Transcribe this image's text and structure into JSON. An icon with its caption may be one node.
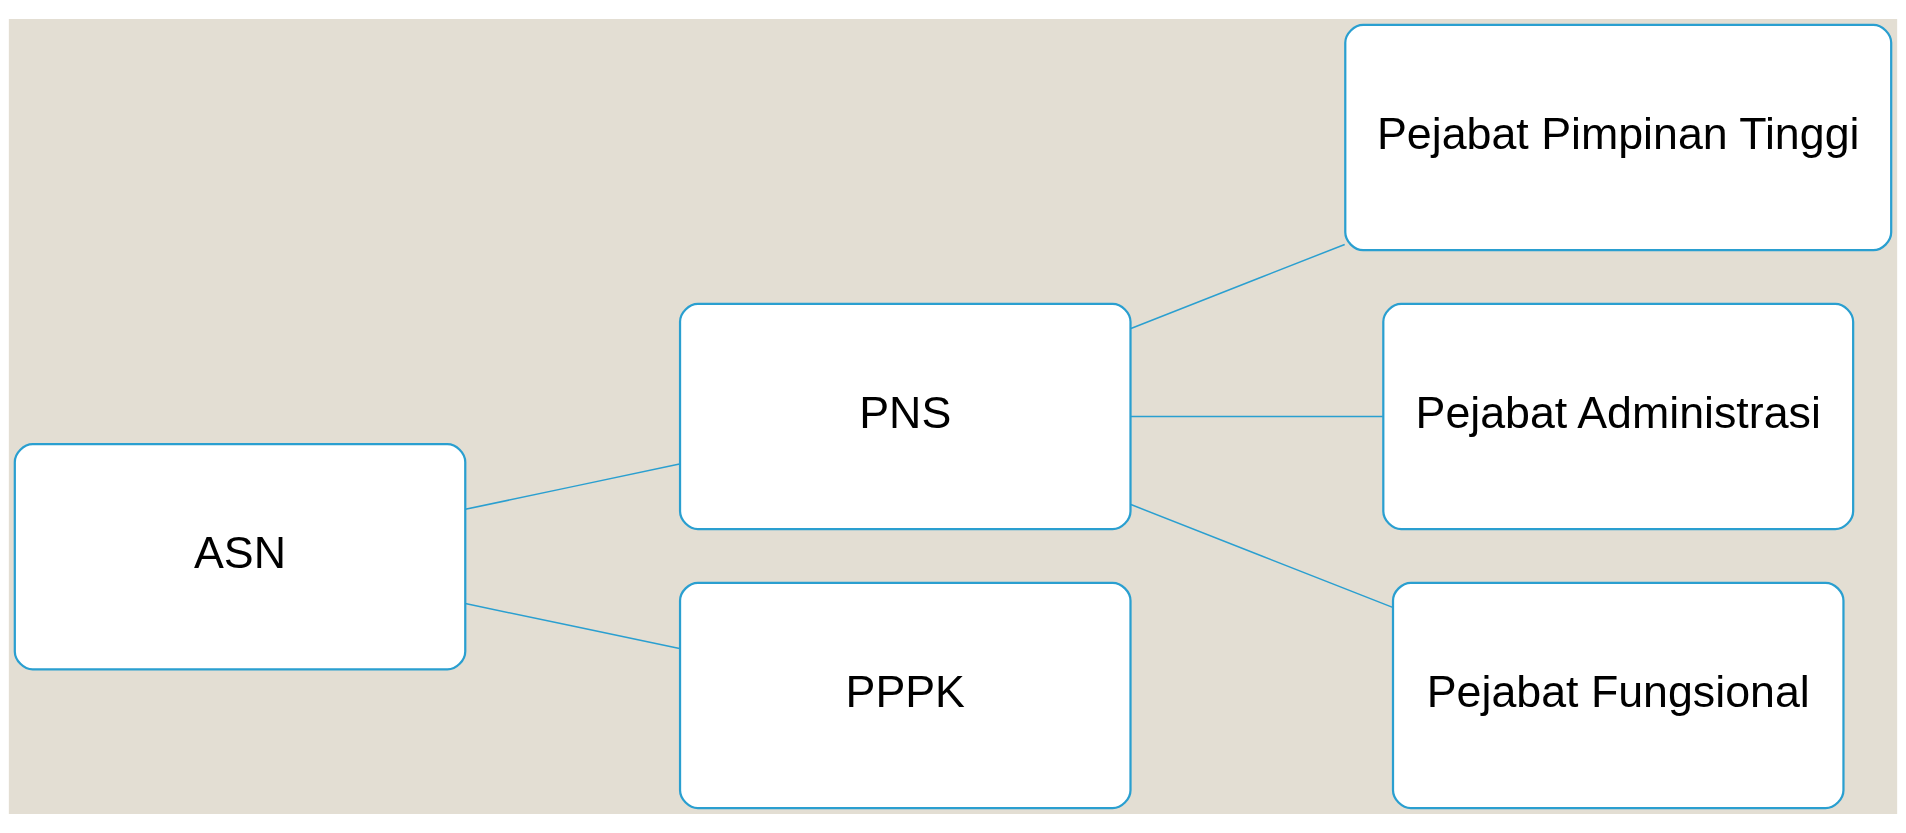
{
  "diagram": {
    "nodes": [
      {
        "text": [
          "ASN"
        ]
      },
      {
        "text": [
          "PNS"
        ]
      },
      {
        "text": [
          "PPPK"
        ]
      },
      {
        "text": [
          "Pejabat Pimpinan Tinggi"
        ]
      },
      {
        "text": [
          "Pejabat Administrasi"
        ]
      },
      {
        "text": [
          "Pejabat Fungsional"
        ]
      }
    ],
    "edges": [
      {
        "from": 0,
        "to": 1,
        "arrow": "none"
      },
      {
        "from": 0,
        "to": 2,
        "arrow": "none"
      },
      {
        "from": 1,
        "to": 3,
        "arrow": "none"
      },
      {
        "from": 1,
        "to": 4,
        "arrow": "none"
      },
      {
        "from": 1,
        "to": 5,
        "arrow": "none"
      }
    ]
  }
}
